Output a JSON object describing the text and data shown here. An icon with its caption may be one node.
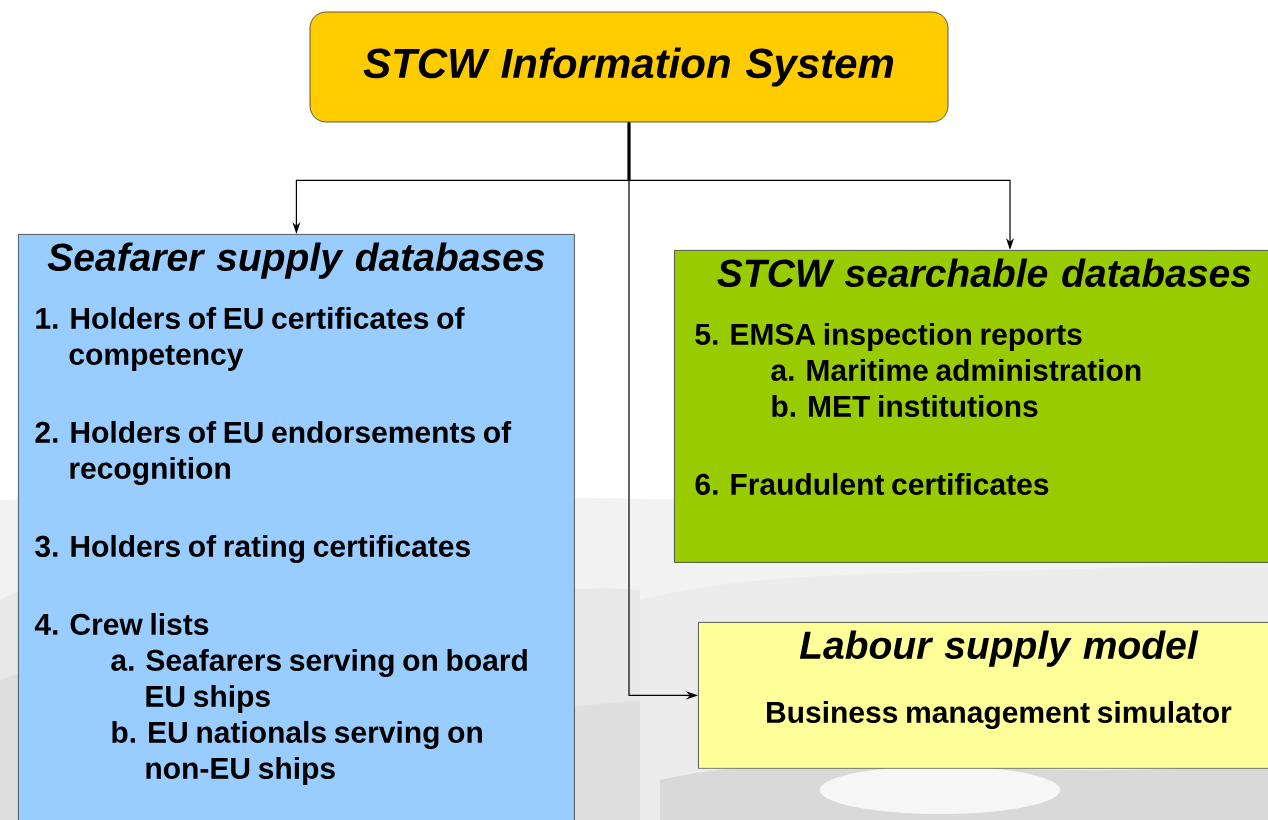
{
  "diagram": {
    "nodes": [
      {
        "text": [
          "STCW Information System"
        ]
      },
      {
        "text": [
          "Seafarer supply databases",
          "1. Holders of EU certificates of competency",
          "2. Holders of EU endorsements of recognition",
          "3. Holders of rating certificates",
          "4. Crew lists",
          "a. Seafarers serving on board EU ships",
          "b. EU nationals serving on non-EU ships"
        ]
      },
      {
        "text": [
          "STCW searchable databases",
          "5. EMSA inspection reports",
          "a. Maritime administration",
          "b. MET institutions",
          "6. Fraudulent certificates"
        ]
      },
      {
        "text": [
          "Labour supply model",
          "Business management simulator"
        ]
      }
    ],
    "edges": [
      {
        "from": 0,
        "to": 1,
        "arrow": "to"
      },
      {
        "from": 0,
        "to": 2,
        "arrow": "to"
      },
      {
        "from": 0,
        "to": 3,
        "arrow": "to"
      }
    ]
  }
}
